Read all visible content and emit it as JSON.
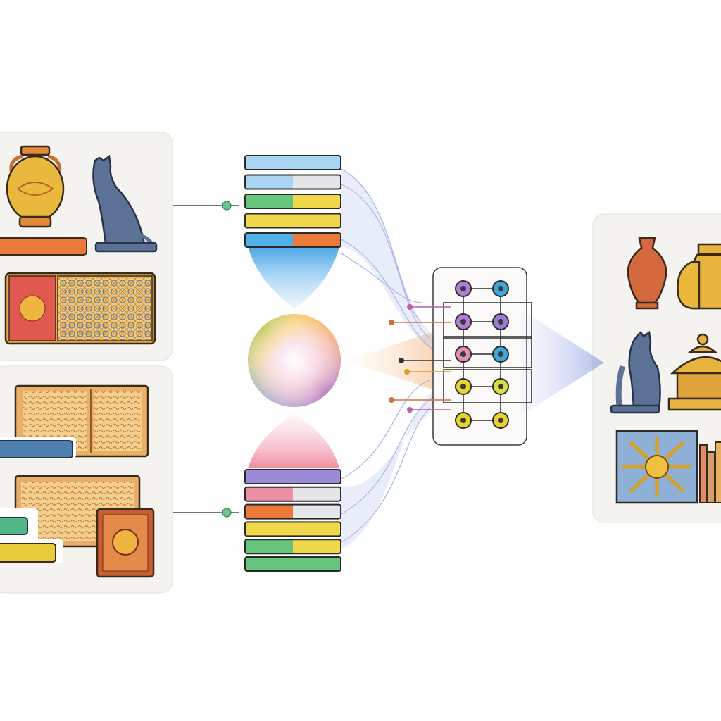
{
  "colors": {
    "background": "#fefefe",
    "panel": "#f4f3f0",
    "panel_border": "#e2e1dc",
    "connector": "#3d4a4a",
    "connector_dot": "#6cc58a",
    "light_blue": "#a9d4f2",
    "blue": "#4fb0e8",
    "green": "#67c47f",
    "yellow": "#f0d84a",
    "orange": "#ea7a3a",
    "purple": "#9b8bd8",
    "pink": "#ea8fa6",
    "light_gray": "#e4e6ea",
    "gold": "#e7b43f",
    "slate": "#5b7296",
    "terracotta": "#d4683f"
  },
  "top_stack": [
    [
      "light_blue"
    ],
    [
      "light_blue",
      "light_gray"
    ],
    [
      "green",
      "yellow"
    ],
    [
      "yellow"
    ],
    [
      "blue",
      "orange"
    ]
  ],
  "bottom_stack": [
    [
      "purple"
    ],
    [
      "pink",
      "light_gray"
    ],
    [
      "orange",
      "light_gray"
    ],
    [
      "yellow"
    ],
    [
      "green",
      "yellow"
    ],
    [
      "green"
    ]
  ],
  "network_nodes": [
    [
      "#b57bd6",
      "#3fa6dc"
    ],
    [
      "#b57bd6",
      "#9b7cd0"
    ],
    [
      "#e08cb8",
      "#3fa6dc"
    ],
    [
      "#e8d230",
      "#d8e040"
    ],
    [
      "#e8d230",
      "#e8d230"
    ]
  ],
  "icons": {
    "input_top": [
      "amphora-icon",
      "cat-statue-icon",
      "tapestry-icon",
      "mosaic-panel-icon"
    ],
    "input_bottom": [
      "manuscript-icon",
      "carpet-icon",
      "ornate-tile-icon"
    ],
    "output": [
      "vase-icon",
      "teapot-icon",
      "cat-statue-icon",
      "pagoda-icon",
      "sun-tile-icon",
      "books-icon"
    ],
    "fusion": "color-wheel-icon"
  }
}
